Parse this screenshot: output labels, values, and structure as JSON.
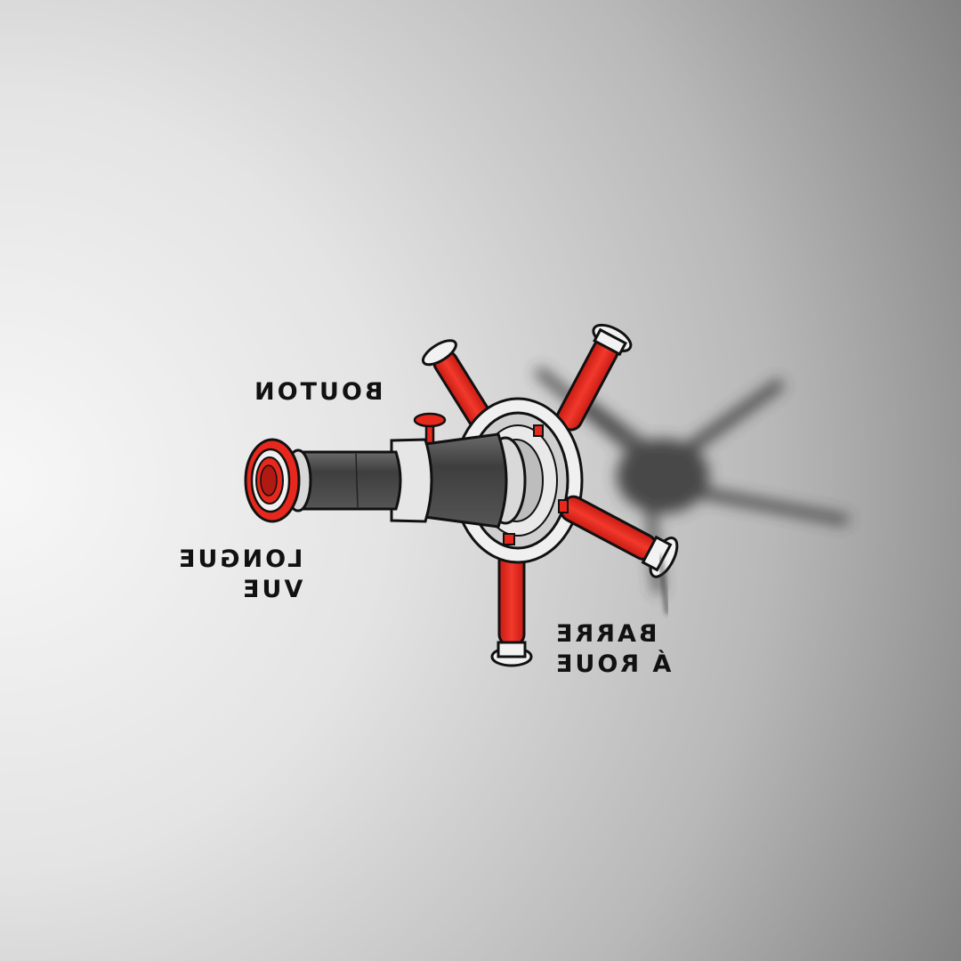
{
  "labels": {
    "bouton": "BOUTON",
    "longue_vue_line1": "LONGUE",
    "longue_vue_line2": "VUE",
    "barre_line1": "BARRE",
    "barre_line2": "Á ROUE"
  },
  "colors": {
    "accent_red": "#e8281c",
    "tube_dark": "#4a4a4a",
    "background_light": "#f4f4f4",
    "background_dark": "#7e7e7e",
    "shadow": "#3a3a3a"
  }
}
